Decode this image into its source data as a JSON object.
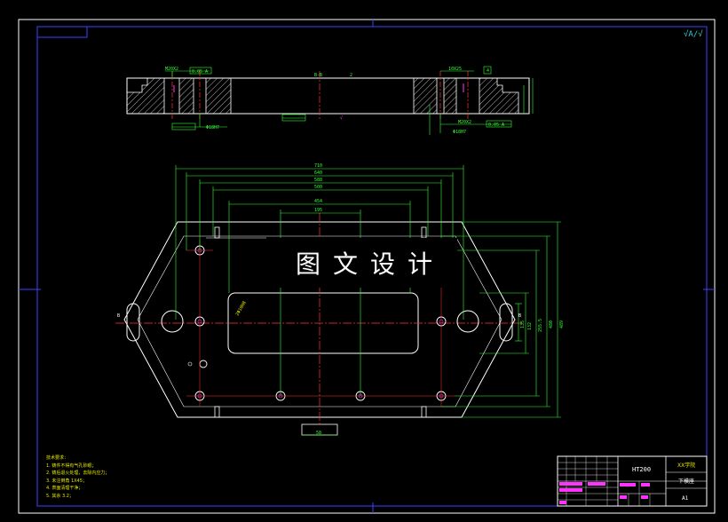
{
  "colors": {
    "background": "#000000",
    "frame": "#ffffff",
    "border": "#4040ff",
    "part": "#ffffff",
    "dimension": "#33ff33",
    "center": "#ff3333",
    "magenta": "#ff33ff",
    "hatch": "#ffffff",
    "yellow": "#e6e600",
    "cyan": "#33cccc"
  },
  "corner_mark": "√A/√",
  "watermark": "图文设计",
  "section": {
    "label": "B-B",
    "dims_left": [
      "M20X2",
      "0.05 A",
      "Φ18H7",
      "2"
    ],
    "dims_right": [
      "10X25",
      "4",
      "M20X2",
      "0.05 A",
      "Φ18H7"
    ]
  },
  "plan": {
    "dims_top": [
      "710",
      "640",
      "588",
      "500",
      "454",
      "195"
    ],
    "dims_right": [
      "135",
      "132",
      "255.5",
      "480",
      "489"
    ],
    "dim_bottom": "58",
    "left_tag": "B",
    "right_tag": "B",
    "slot_label": "2Φ10H8"
  },
  "notes": {
    "title": "技术要求：",
    "items": [
      "1. 铸件不得有气孔砂眼；",
      "2. 铸后退火处理，去除内应力；",
      "3. 未注倒角 1X45；",
      "4. 表面清理干净；",
      "5. 其余 3.2；"
    ]
  },
  "title_block": {
    "material": "HT200",
    "school": "XX学院",
    "part_name": "下模座",
    "sheet": "A1"
  }
}
